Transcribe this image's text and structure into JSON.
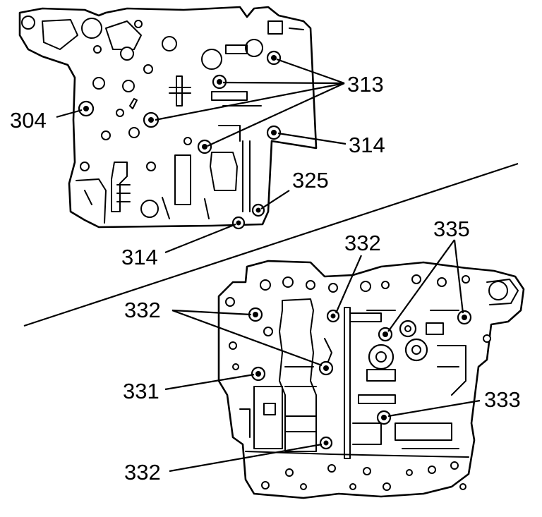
{
  "colors": {
    "ink": "#000000",
    "paper": "#ffffff"
  },
  "callouts": {
    "c313": "313",
    "c304": "304",
    "c314a": "314",
    "c325": "325",
    "c314b": "314",
    "c332top": "332",
    "c335": "335",
    "c332left": "332",
    "c331": "331",
    "c333": "333",
    "c332bottom": "332"
  }
}
